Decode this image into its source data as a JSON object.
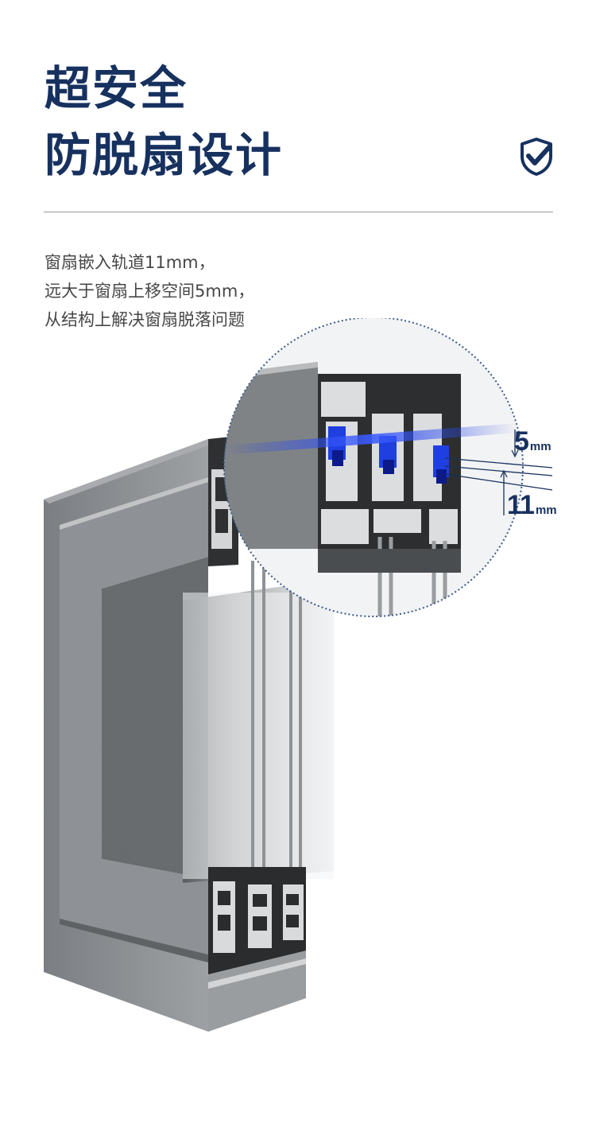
{
  "headline": {
    "line1": "超安全",
    "line2": "防脱扇设计"
  },
  "description": [
    "窗扇嵌入轨道11mm，",
    "远大于窗扇上移空间5mm，",
    "从结构上解决窗扇脱落问题"
  ],
  "dimensions": {
    "gap": {
      "value": "5",
      "unit": "mm"
    },
    "embed": {
      "value": "11",
      "unit": "mm"
    }
  },
  "icons": {
    "badge": "shield-check-icon"
  },
  "colors": {
    "brand_navy": "#17315f",
    "text_gray": "#474747",
    "accent_blue": "#1f3fe0",
    "frame_gray": "#8a8d90"
  }
}
